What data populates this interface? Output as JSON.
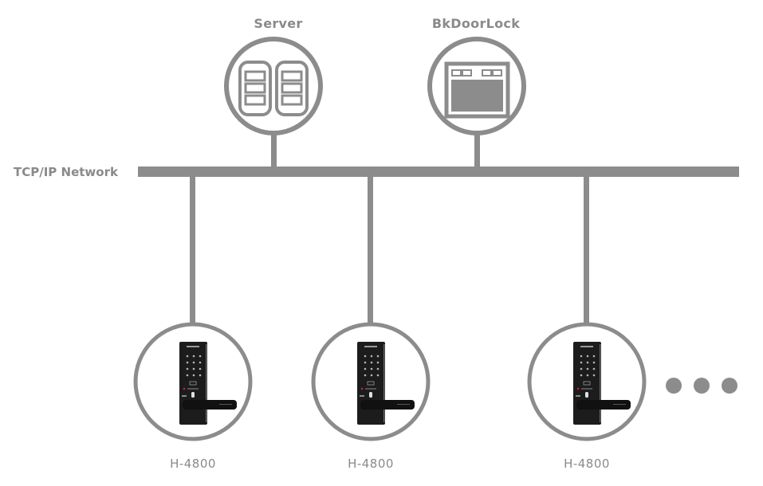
{
  "diagram": {
    "network": {
      "label": "TCP/IP Network"
    },
    "nodes": [
      {
        "id": "server",
        "label": "Server",
        "icon": "server-rack-icon"
      },
      {
        "id": "bkdoorlock",
        "label": "BkDoorLock",
        "icon": "application-window-icon"
      }
    ],
    "devices": [
      {
        "label": "H-4800",
        "icon": "door-lock-icon"
      },
      {
        "label": "H-4800",
        "icon": "door-lock-icon"
      },
      {
        "label": "H-4800",
        "icon": "door-lock-icon"
      }
    ],
    "more_indicator": "ellipsis-icon",
    "colors": {
      "line": "#8c8c8c",
      "label": "#8a8a8a",
      "lock_body": "#1c1c1c",
      "lock_panel": "#2a2a2a",
      "lock_led": "#d9262b",
      "background": "#ffffff"
    }
  }
}
